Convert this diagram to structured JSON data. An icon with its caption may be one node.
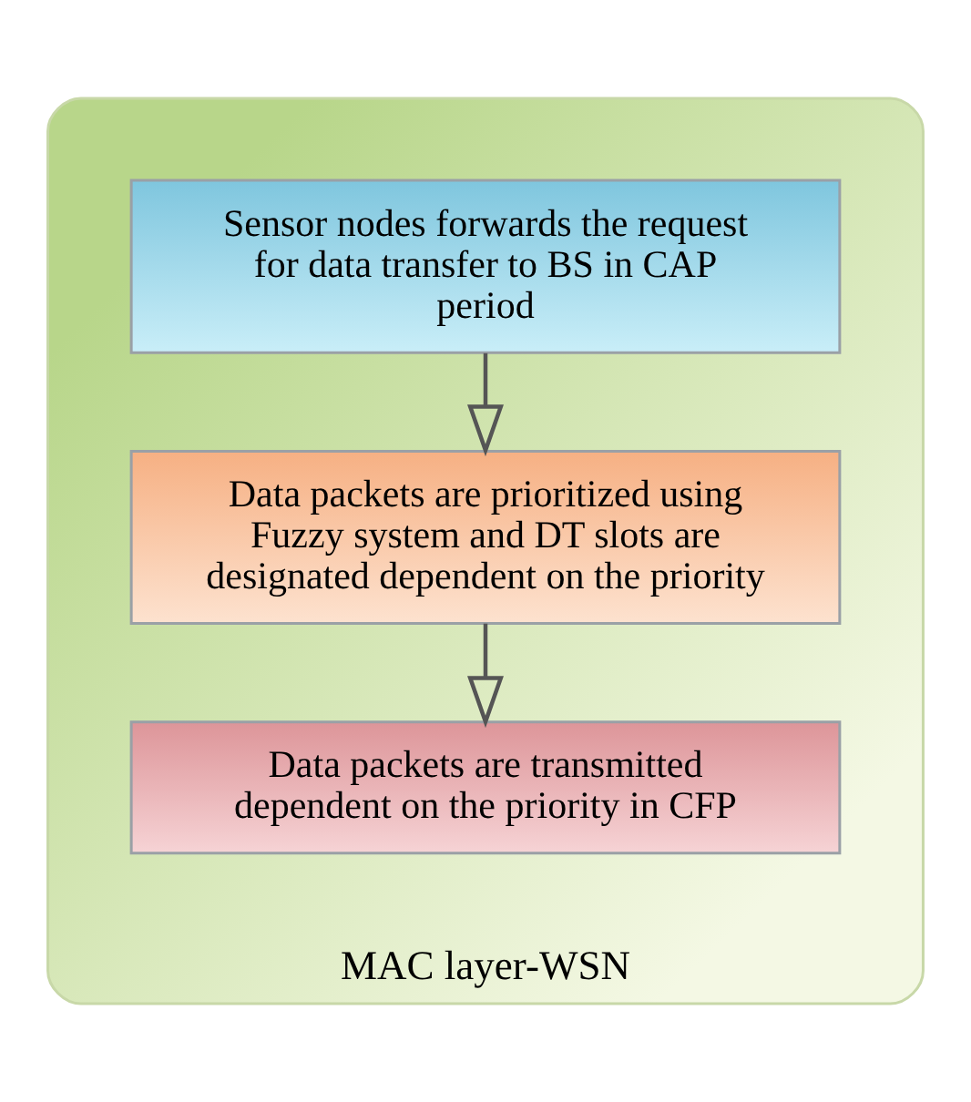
{
  "diagram": {
    "nodes": [
      {
        "text": [
          "MAC layer-WSN"
        ]
      },
      {
        "text": [
          "Sensor nodes forwards the request for data transfer to BS in CAP period"
        ],
        "in": 0
      },
      {
        "text": [
          "Data packets are prioritized using Fuzzy system and DT slots are designated dependent on the priority"
        ],
        "in": 0
      },
      {
        "text": [
          "Data packets are transmitted dependent on the priority in CFP"
        ],
        "in": 0
      }
    ],
    "edges": [
      {
        "from": 1,
        "to": 2,
        "arrow": "to"
      },
      {
        "from": 2,
        "to": 3,
        "arrow": "to"
      }
    ]
  }
}
